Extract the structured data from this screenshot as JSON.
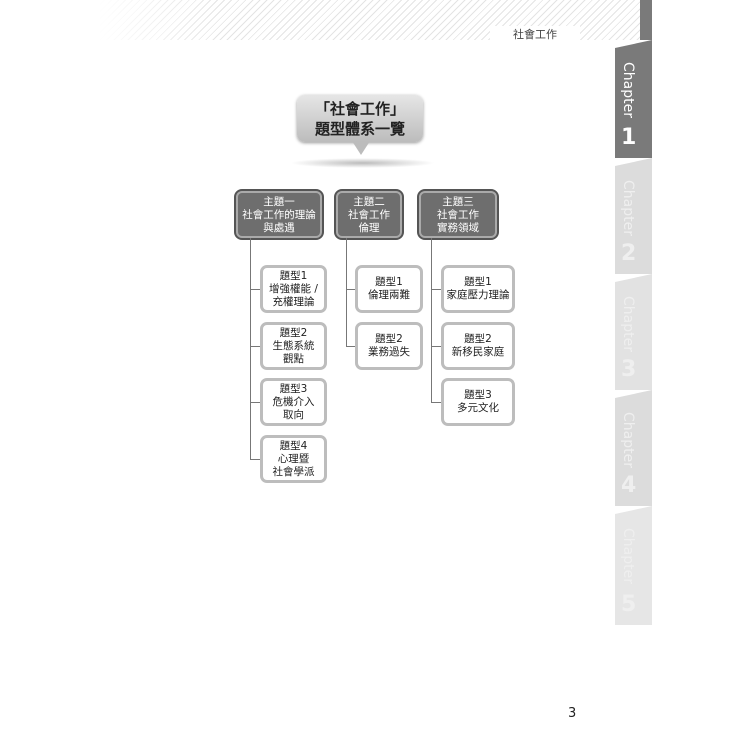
{
  "header": {
    "section": "社會工作"
  },
  "tabs": [
    {
      "label": "Chapter",
      "num": "1",
      "active": true
    },
    {
      "label": "Chapter",
      "num": "2",
      "active": false
    },
    {
      "label": "Chapter",
      "num": "3",
      "active": false
    },
    {
      "label": "Chapter",
      "num": "4",
      "active": false
    },
    {
      "label": "Chapter",
      "num": "5",
      "active": false
    }
  ],
  "title": {
    "line1": "「社會工作」",
    "line2": "題型體系一覽"
  },
  "themes": [
    {
      "lines": [
        "主題一",
        "社會工作的理論",
        "與處遇"
      ],
      "items": [
        [
          "題型1",
          "增強權能 /",
          "充權理論"
        ],
        [
          "題型2",
          "生態系統",
          "觀點"
        ],
        [
          "題型3",
          "危機介入",
          "取向"
        ],
        [
          "題型4",
          "心理暨",
          "社會學派"
        ]
      ]
    },
    {
      "lines": [
        "主題二",
        "社會工作",
        "倫理"
      ],
      "items": [
        [
          "題型1",
          "倫理兩難"
        ],
        [
          "題型2",
          "業務過失"
        ]
      ]
    },
    {
      "lines": [
        "主題三",
        "社會工作",
        "實務領域"
      ],
      "items": [
        [
          "題型1",
          "家庭壓力理論"
        ],
        [
          "題型2",
          "新移民家庭"
        ],
        [
          "題型3",
          "多元文化"
        ]
      ]
    }
  ],
  "page_number": "3",
  "colors": {
    "active_tab": "#7a7a7a",
    "inactive_tab": "#dcdcdc",
    "theme_box": "#6e6e6e"
  }
}
